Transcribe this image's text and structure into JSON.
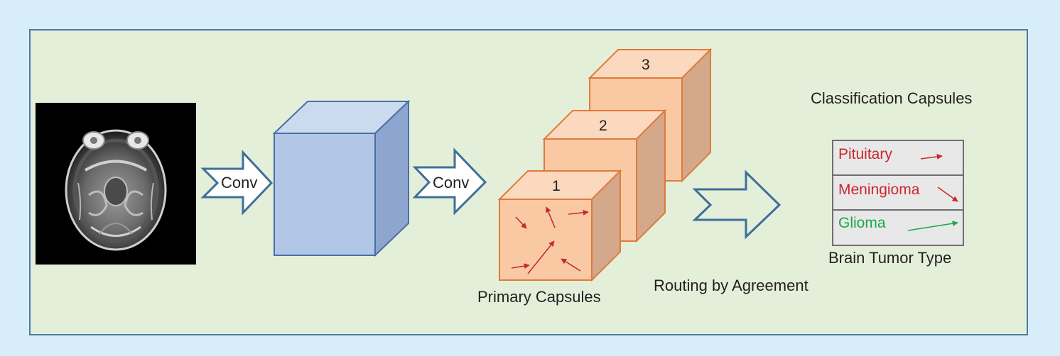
{
  "colors": {
    "outer_bg": "#d7eefa",
    "panel_bg": "#e4efd9",
    "panel_border": "#4a7ba7",
    "cube_blue_front": "#b2c6e6",
    "cube_orange_front": "#f9c9a4",
    "cube_edge_orange": "#e07b39",
    "arrow_outline": "#3f6f99",
    "red_arrow": "#c8282d",
    "green_arrow": "#18a84b"
  },
  "input_image": {
    "name": "brain-mri-scan",
    "description_icon": "mri-axial-slice"
  },
  "conv_labels": [
    "Conv",
    "Conv"
  ],
  "primary_capsules": {
    "label": "Primary Capsules",
    "cube_numbers": [
      "1",
      "2",
      "3"
    ]
  },
  "routing_label": "Routing by Agreement",
  "classification": {
    "title": "Classification Capsules",
    "table_caption": "Brain Tumor Type",
    "classes": [
      {
        "label": "Pituitary",
        "color": "#c8282d",
        "arrow": "short-right-arrow"
      },
      {
        "label": "Meningioma",
        "color": "#c8282d",
        "arrow": "down-right-arrow"
      },
      {
        "label": "Glioma",
        "color": "#18a84b",
        "arrow": "long-right-arrow"
      }
    ]
  }
}
